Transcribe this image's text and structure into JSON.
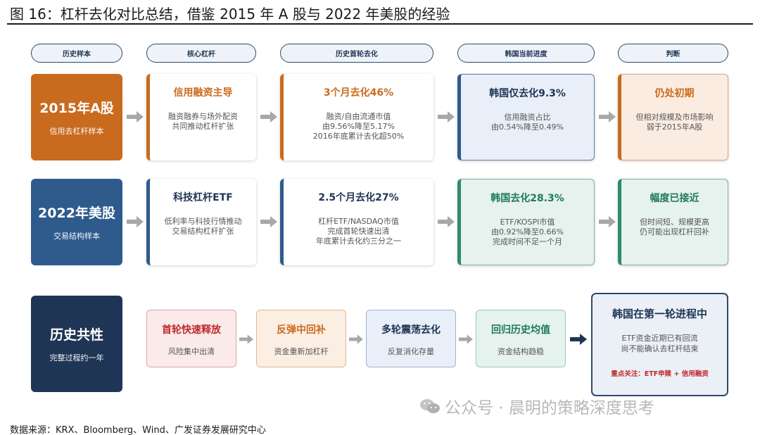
{
  "figure_title": "图 16：杠杆去化对比总结，借鉴 2015 年 A 股与 2022 年美股的经验",
  "headers": [
    "历史样本",
    "核心杠杆",
    "历史首轮去化",
    "韩国当前进度",
    "判断"
  ],
  "rows": [
    {
      "sample": {
        "title": "2015年A股",
        "subtitle": "信用去杠杆样本",
        "color": "#c96b1f"
      },
      "lever": {
        "title": "信用融资主导",
        "lines": [
          "融资融券与场外配资",
          "共同推动杠杆扩张"
        ],
        "title_color": "#c96b1f"
      },
      "first_round": {
        "title": "3个月去化46%",
        "lines": [
          "融资/自由流通市值",
          "由9.56%降至5.17%",
          "2016年底累计去化超50%"
        ],
        "title_color": "#c96b1f"
      },
      "korea": {
        "title": "韩国仅去化9.3%",
        "lines": [
          "信用融资占比",
          "由0.54%降至0.49%"
        ],
        "title_color": "#1f3555"
      },
      "judgement": {
        "title": "仍处初期",
        "lines": [
          "但相对规模及市场影响",
          "弱于2015年A股"
        ],
        "title_color": "#c96b1f"
      }
    },
    {
      "sample": {
        "title": "2022年美股",
        "subtitle": "交易结构样本",
        "color": "#2e5b8c"
      },
      "lever": {
        "title": "科技杠杆ETF",
        "lines": [
          "低利率与科技行情推动",
          "交易结构杠杆扩张"
        ],
        "title_color": "#1f3555"
      },
      "first_round": {
        "title": "2.5个月去化27%",
        "lines": [
          "杠杆ETF/NASDAQ市值",
          "完成首轮快速出清",
          "年底累计去化约三分之一"
        ],
        "title_color": "#1f3555"
      },
      "korea": {
        "title": "韩国去化28.3%",
        "lines": [
          "ETF/KOSPI市值",
          "由0.92%降至0.66%",
          "完成时间不足一个月"
        ],
        "title_color": "#1f7a5c"
      },
      "judgement": {
        "title": "幅度已接近",
        "lines": [
          "但时间短、规模更高",
          "仍可能出现杠杆回补"
        ],
        "title_color": "#1f7a5c"
      }
    }
  ],
  "common": {
    "title": "历史共性",
    "subtitle": "完整过程约一年",
    "color": "#1f3555",
    "phases": [
      {
        "title": "首轮快速释放",
        "sub": "风险集中出清",
        "title_color": "#c0282c",
        "bg": "#fbeaea",
        "border": "#e3a1a1"
      },
      {
        "title": "反弹中回补",
        "sub": "资金重新加杠杆",
        "title_color": "#c96b1f",
        "bg": "#fbeee2",
        "border": "#e6b48d"
      },
      {
        "title": "多轮震荡去化",
        "sub": "反复消化存量",
        "title_color": "#1f3555",
        "bg": "#e9eff8",
        "border": "#9db4d0"
      },
      {
        "title": "回归历史均值",
        "sub": "资金结构趋稳",
        "title_color": "#1f7a5c",
        "bg": "#e6f2ed",
        "border": "#9cc9b6"
      }
    ],
    "final": {
      "title": "韩国在第一轮进程中",
      "lines": [
        "ETF资金近期已有回流",
        "尚不能确认去杠杆结束"
      ],
      "key": "重点关注：ETF申赎 + 信用融资"
    }
  },
  "watermark": "公众号 · 晨明的策略深度思考",
  "source": "数据来源：KRX、Bloomberg、Wind、广发证券发展研究中心"
}
